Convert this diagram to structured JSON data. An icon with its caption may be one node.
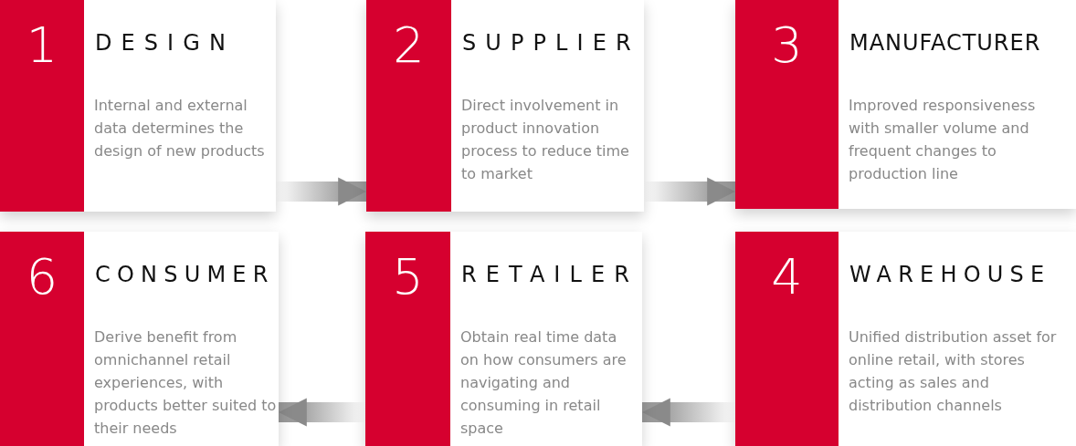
{
  "diagram": {
    "nodes": [
      {
        "text": [
          "1",
          "DESIGN",
          "Internal and external data determines the design of new products"
        ]
      },
      {
        "text": [
          "2",
          "SUPPLIER",
          "Direct involvement in product innovation process to reduce time to market"
        ]
      },
      {
        "text": [
          "3",
          "MANUFACTURER",
          "Improved responsiveness with smaller volume and frequent changes to production line"
        ]
      },
      {
        "text": [
          "4",
          "WAREHOUSE",
          "Unified distribution asset for online retail, with stores acting as sales and distribution channels"
        ]
      },
      {
        "text": [
          "5",
          "RETAILER",
          "Obtain real time data on how consumers are navigating and consuming in retail space"
        ]
      },
      {
        "text": [
          "6",
          "CONSUMER",
          "Derive benefit from omnichannel retail experiences, with products better suited to their needs"
        ]
      }
    ],
    "edges": [
      {
        "from": 0,
        "to": 1,
        "arrow": "to"
      },
      {
        "from": 1,
        "to": 2,
        "arrow": "to"
      },
      {
        "from": 3,
        "to": 4,
        "arrow": "to"
      },
      {
        "from": 4,
        "to": 5,
        "arrow": "to"
      }
    ]
  }
}
